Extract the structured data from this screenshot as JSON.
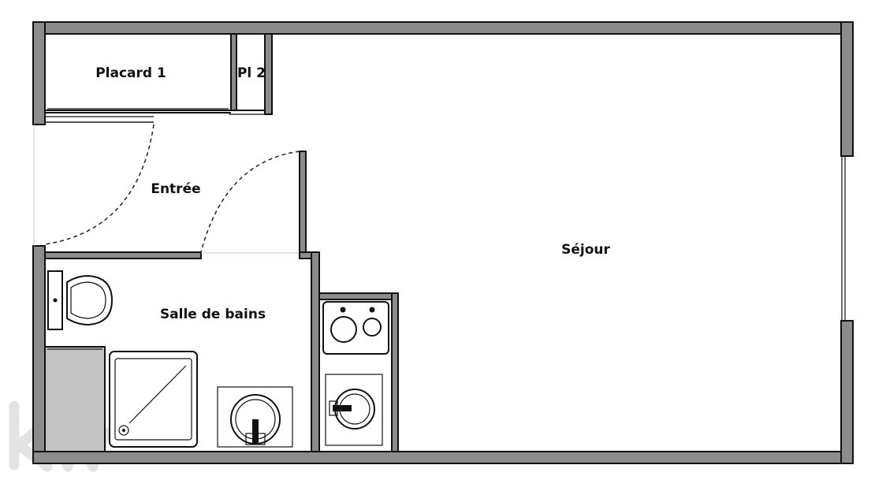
{
  "plan": {
    "rooms": {
      "placard1": "Placard 1",
      "pl2": "Pl 2",
      "entree": "Entrée",
      "sejour": "Séjour",
      "salle_de_bains": "Salle de bains"
    },
    "colors": {
      "wall_fill": "#8c8c8c",
      "line": "#111111",
      "watermark": "#e3e3e3"
    },
    "watermark_icon": "kw-logo-watermark"
  }
}
